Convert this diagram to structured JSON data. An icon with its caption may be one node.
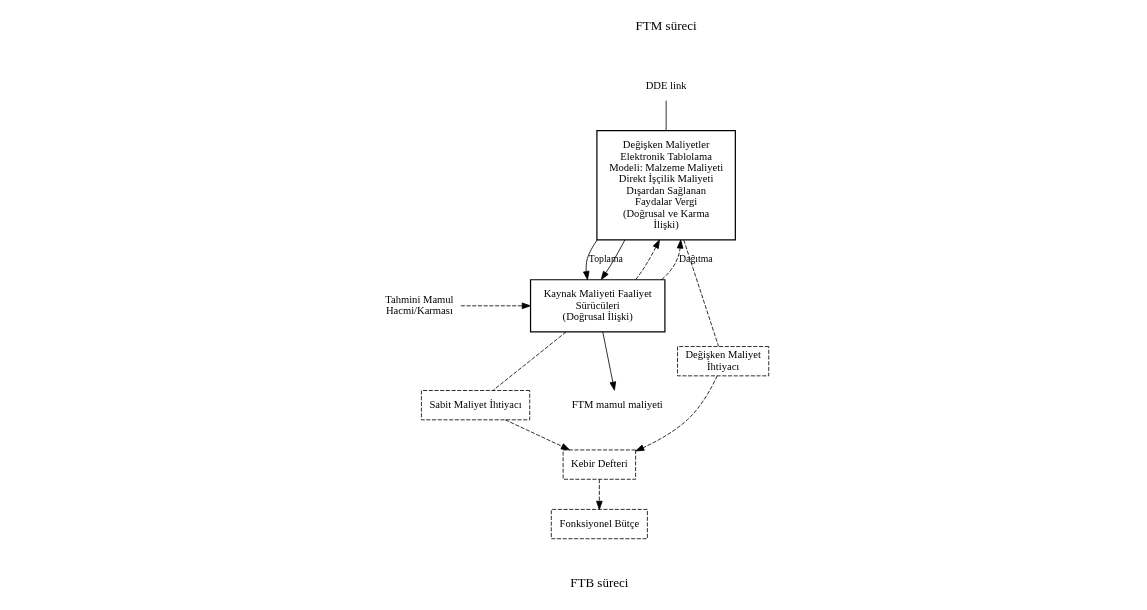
{
  "diagram": {
    "nodes": [
      {
        "text": [
          "Değişken Maliyetler Elektronik Tablolama Modeli: Malzeme Maliyeti Direkt İşçilik Maliyeti Dışardan Sağlanan Faydalar Vergi",
          "(Doğrusal ve Karma İlişki)"
        ]
      },
      {
        "text": [
          "Kaynak Maliyeti Faaliyet Sürücüleri",
          "(Doğrusal İlişki)"
        ]
      },
      {
        "text": [
          "Değişken Maliyet İhtiyacı"
        ]
      },
      {
        "text": [
          "Sabit Maliyet İhtiyacı"
        ]
      },
      {
        "text": [
          "Kebir Defteri"
        ]
      },
      {
        "text": [
          "Fonksiyonel Bütçe"
        ]
      },
      {
        "text": [
          "FTM mamul maliyeti"
        ]
      },
      {
        "text": [
          "Tahmini Mamul Hacmi/Karması"
        ]
      },
      {
        "text": [
          "DDE link"
        ]
      }
    ],
    "edges": [
      {
        "from": 0,
        "to": 1,
        "arrow": "to",
        "label": "Toplama"
      },
      {
        "from": 0,
        "to": 1,
        "arrow": "to"
      },
      {
        "from": 1,
        "to": 0,
        "arrow": "to",
        "style": "dashed"
      },
      {
        "from": 1,
        "to": 0,
        "arrow": "to",
        "label": "Dağıtma",
        "style": "dashed"
      },
      {
        "from": 1,
        "to": 6,
        "arrow": "to"
      },
      {
        "from": 7,
        "to": 1,
        "arrow": "to",
        "style": "dashed"
      },
      {
        "from": 8,
        "to": 0,
        "arrow": "none"
      },
      {
        "from": 0,
        "to": 2,
        "arrow": "none",
        "style": "dashed"
      },
      {
        "from": 1,
        "to": 3,
        "arrow": "none",
        "style": "dashed"
      },
      {
        "from": 2,
        "to": 4,
        "arrow": "to",
        "style": "dashed"
      },
      {
        "from": 3,
        "to": 4,
        "arrow": "to",
        "style": "dashed"
      },
      {
        "from": 4,
        "to": 5,
        "arrow": "to",
        "style": "dashed"
      }
    ],
    "labels": [
      "FTM süreci",
      "FTB süreci"
    ]
  }
}
